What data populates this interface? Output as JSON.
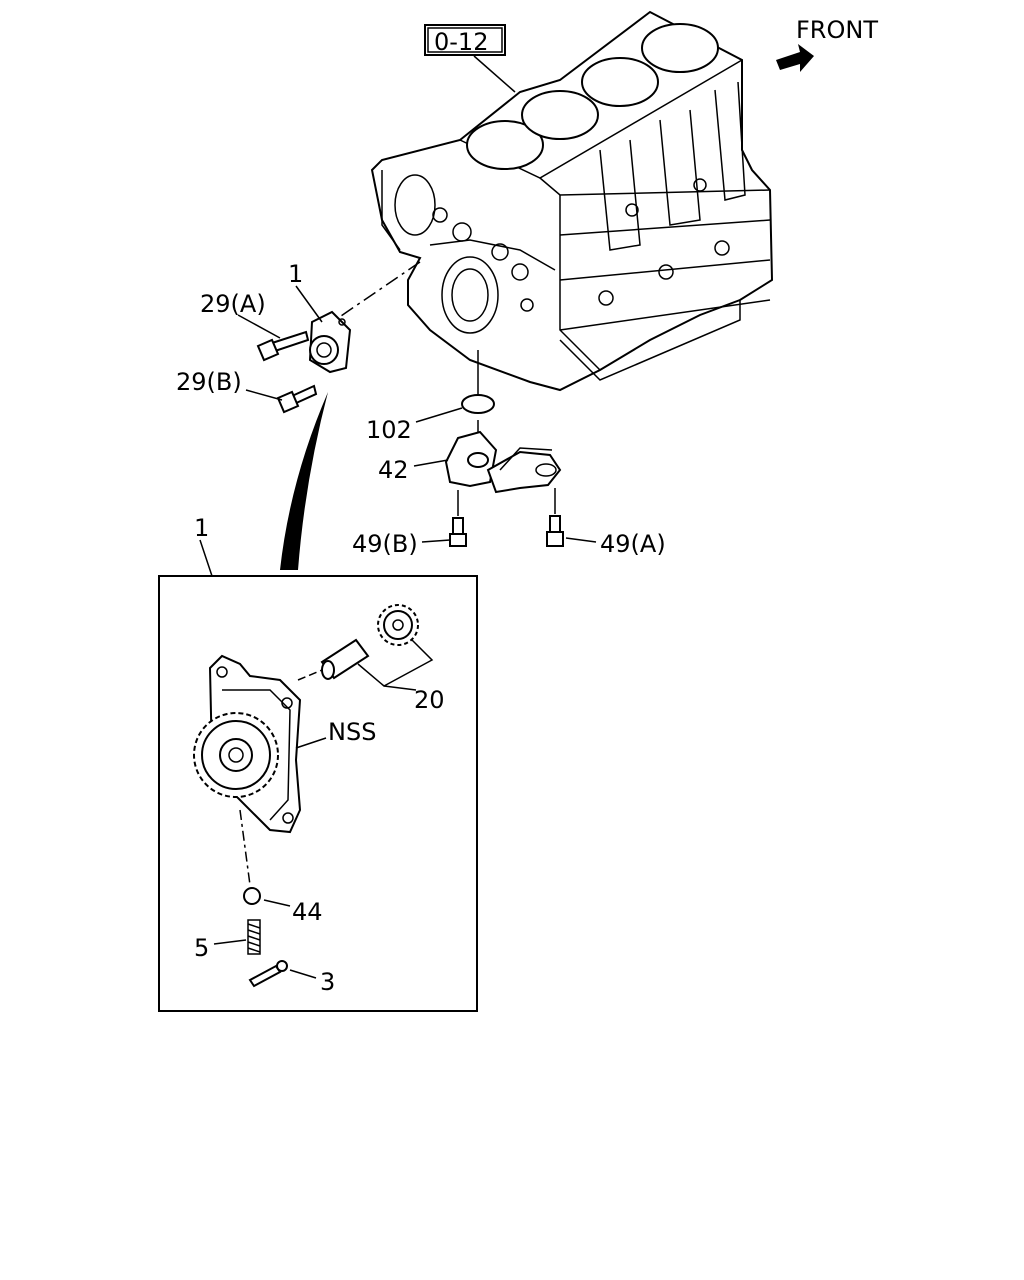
{
  "labels": {
    "ref": "0-12",
    "front": "FRONT",
    "p1_top": "1",
    "p29a": "29(A)",
    "p29b": "29(B)",
    "p102": "102",
    "p42": "42",
    "p49b": "49(B)",
    "p49a": "49(A)",
    "p1_box": "1",
    "p20": "20",
    "nss": "NSS",
    "p44": "44",
    "p5": "5",
    "p3": "3"
  }
}
